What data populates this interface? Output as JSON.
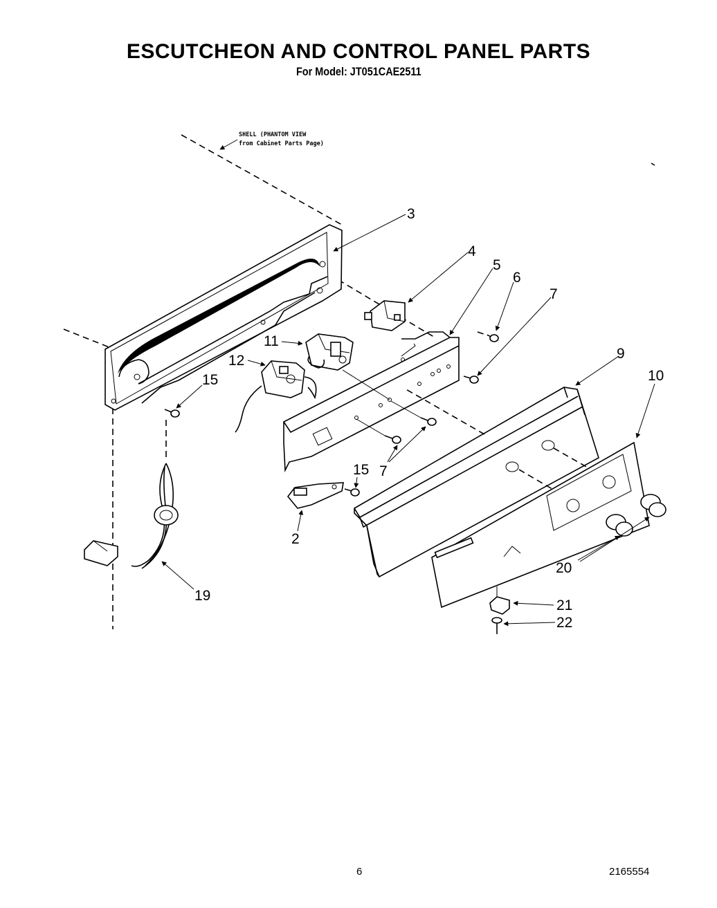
{
  "title": "ESCUTCHEON AND CONTROL PANEL PARTS",
  "subtitle": "For Model: JT051CAE2511",
  "phantom_note": {
    "line1": "SHELL (PHANTOM VIEW",
    "line2": "from Cabinet Parts Page)"
  },
  "callouts": {
    "p2": "2",
    "p3": "3",
    "p4": "4",
    "p5": "5",
    "p6": "6",
    "p7a": "7",
    "p7b": "7",
    "p9": "9",
    "p10": "10",
    "p11": "11",
    "p12": "12",
    "p15a": "15",
    "p15b": "15",
    "p19": "19",
    "p20": "20",
    "p21": "21",
    "p22": "22"
  },
  "footer": {
    "page_number": "6",
    "document_number": "2165554"
  }
}
